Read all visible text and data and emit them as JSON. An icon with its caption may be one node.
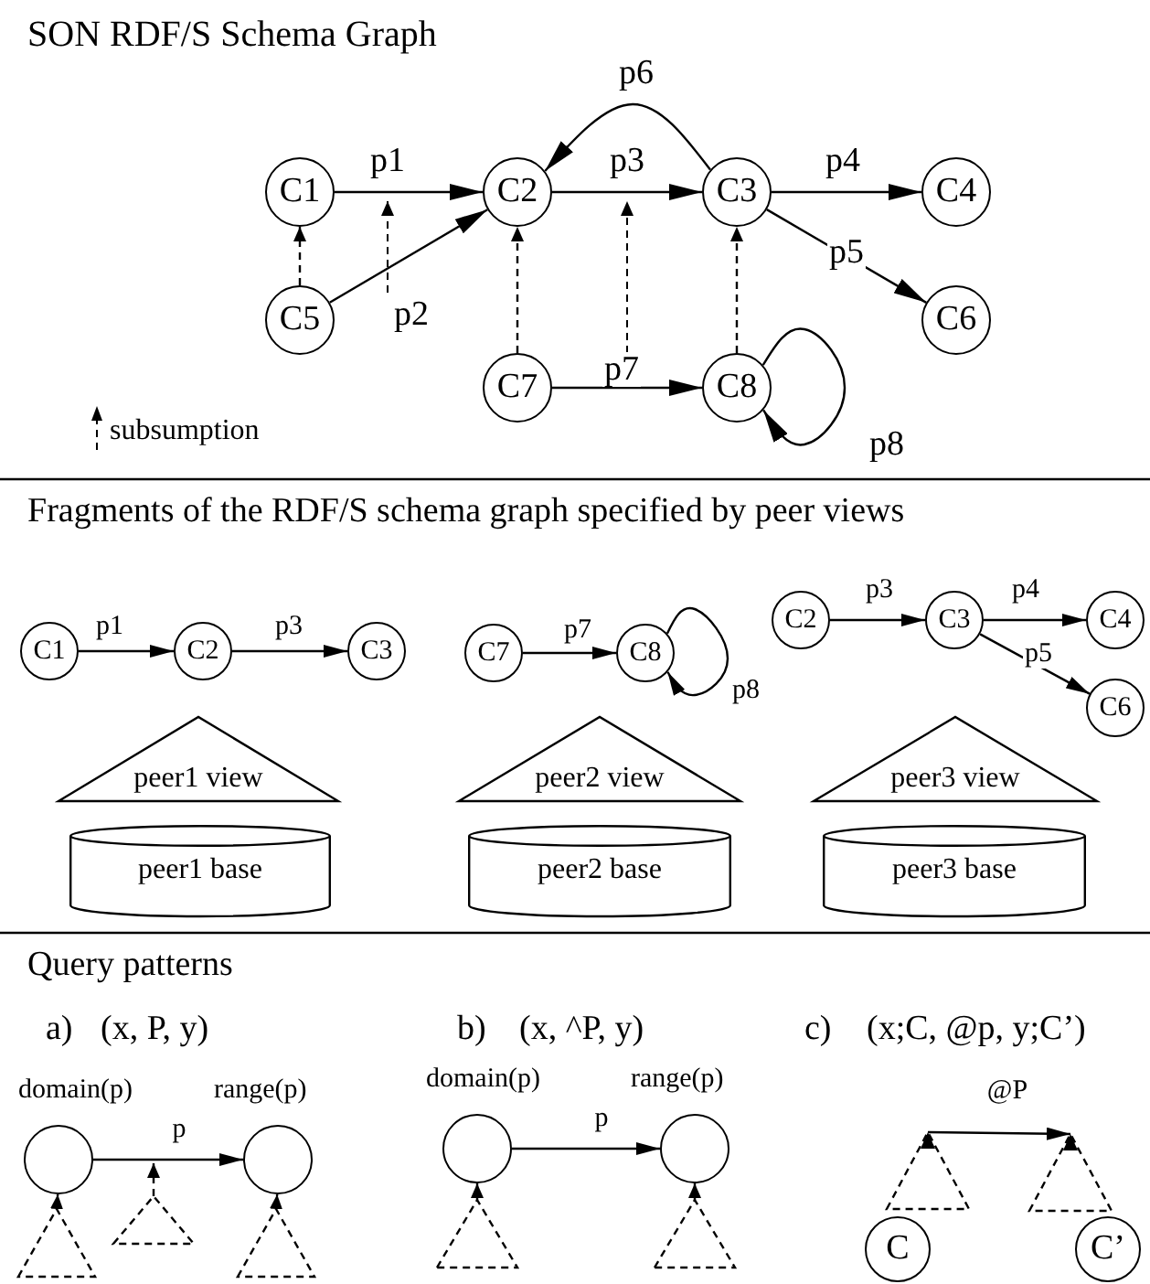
{
  "diagram": {
    "title": "SON RDF/S Schema Graph",
    "nodes": [
      {
        "text": [
          "C1"
        ]
      },
      {
        "text": [
          "C2"
        ]
      },
      {
        "text": [
          "C3"
        ]
      },
      {
        "text": [
          "C4"
        ]
      },
      {
        "text": [
          "C5"
        ]
      },
      {
        "text": [
          "C6"
        ]
      },
      {
        "text": [
          "C7"
        ]
      },
      {
        "text": [
          "C8"
        ]
      },
      {
        "text": [
          "C1"
        ]
      },
      {
        "text": [
          "C2"
        ]
      },
      {
        "text": [
          "C3"
        ]
      },
      {
        "text": [
          "C7"
        ]
      },
      {
        "text": [
          "C8"
        ]
      },
      {
        "text": [
          "C2"
        ]
      },
      {
        "text": [
          "C3"
        ]
      },
      {
        "text": [
          "C4"
        ]
      },
      {
        "text": [
          "C6"
        ]
      },
      {
        "text": [
          "peer1 view"
        ]
      },
      {
        "text": [
          "peer2 view"
        ]
      },
      {
        "text": [
          "peer3 view"
        ]
      },
      {
        "text": [
          "peer1 base"
        ]
      },
      {
        "text": [
          "peer2 base"
        ]
      },
      {
        "text": [
          "peer3 base"
        ]
      },
      {
        "text": [],
        "shape": "circle",
        "beside": [
          "domain(p)"
        ]
      },
      {
        "text": [],
        "shape": "circle",
        "beside": [
          "range(p)"
        ]
      },
      {
        "text": [],
        "shape": "triangle"
      },
      {
        "text": [],
        "shape": "triangle"
      },
      {
        "text": [],
        "shape": "triangle"
      },
      {
        "text": [],
        "shape": "circle",
        "beside": [
          "domain(p)"
        ]
      },
      {
        "text": [],
        "shape": "circle",
        "beside": [
          "range(p)"
        ]
      },
      {
        "text": [],
        "shape": "triangle"
      },
      {
        "text": [],
        "shape": "triangle"
      },
      {
        "text": [],
        "shape": "triangle"
      },
      {
        "text": [],
        "shape": "triangle"
      },
      {
        "text": [
          "C"
        ]
      },
      {
        "text": [
          "C’"
        ]
      }
    ],
    "edges": [
      {
        "from": 0,
        "to": 1,
        "arrow": "to",
        "label": "p1"
      },
      {
        "from": 4,
        "to": 1,
        "arrow": "to",
        "label": "p2"
      },
      {
        "from": 1,
        "to": 2,
        "arrow": "to",
        "label": "p3"
      },
      {
        "from": 2,
        "to": 1,
        "arrow": "to",
        "label": "p6"
      },
      {
        "from": 2,
        "to": 3,
        "arrow": "to",
        "label": "p4"
      },
      {
        "from": 2,
        "to": 5,
        "arrow": "to",
        "label": "p5"
      },
      {
        "from": 6,
        "to": 7,
        "arrow": "to",
        "label": "p7"
      },
      {
        "from": 7,
        "to": 7,
        "arrow": "to",
        "label": "p8"
      },
      {
        "from": 4,
        "to": 0,
        "arrow": "to",
        "style": "dashed"
      },
      {
        "from": 6,
        "to": 1,
        "arrow": "to",
        "style": "dashed"
      },
      {
        "from": 7,
        "to": 2,
        "arrow": "to",
        "style": "dashed"
      },
      {
        "from": 8,
        "to": 9,
        "arrow": "to",
        "label": "p1"
      },
      {
        "from": 9,
        "to": 10,
        "arrow": "to",
        "label": "p3"
      },
      {
        "from": 11,
        "to": 12,
        "arrow": "to",
        "label": "p7"
      },
      {
        "from": 12,
        "to": 12,
        "arrow": "to",
        "label": "p8"
      },
      {
        "from": 13,
        "to": 14,
        "arrow": "to",
        "label": "p3"
      },
      {
        "from": 14,
        "to": 15,
        "arrow": "to",
        "label": "p4"
      },
      {
        "from": 14,
        "to": 16,
        "arrow": "to",
        "label": "p5"
      },
      {
        "from": 23,
        "to": 24,
        "arrow": "to",
        "label": "p"
      },
      {
        "from": 25,
        "to": 23,
        "arrow": "to",
        "style": "dashed"
      },
      {
        "from": 26,
        "to": null,
        "arrow": "to",
        "style": "dashed"
      },
      {
        "from": 27,
        "to": 24,
        "arrow": "to",
        "style": "dashed"
      },
      {
        "from": 28,
        "to": 29,
        "arrow": "to",
        "label": "p"
      },
      {
        "from": 30,
        "to": 28,
        "arrow": "to",
        "style": "dashed"
      },
      {
        "from": 31,
        "to": 29,
        "arrow": "to",
        "style": "dashed"
      },
      {
        "from": 32,
        "to": 33,
        "arrow": "to",
        "label": "@P"
      }
    ],
    "labels": [
      "Fragments of the RDF/S schema graph specified by peer views",
      "Query patterns",
      "a)",
      "(x, P, y)",
      "b)",
      "(x, ^P, y)",
      "c)",
      "(x;C, @p, y;C’)"
    ],
    "legend": [
      {
        "text": "subsumption"
      }
    ]
  }
}
